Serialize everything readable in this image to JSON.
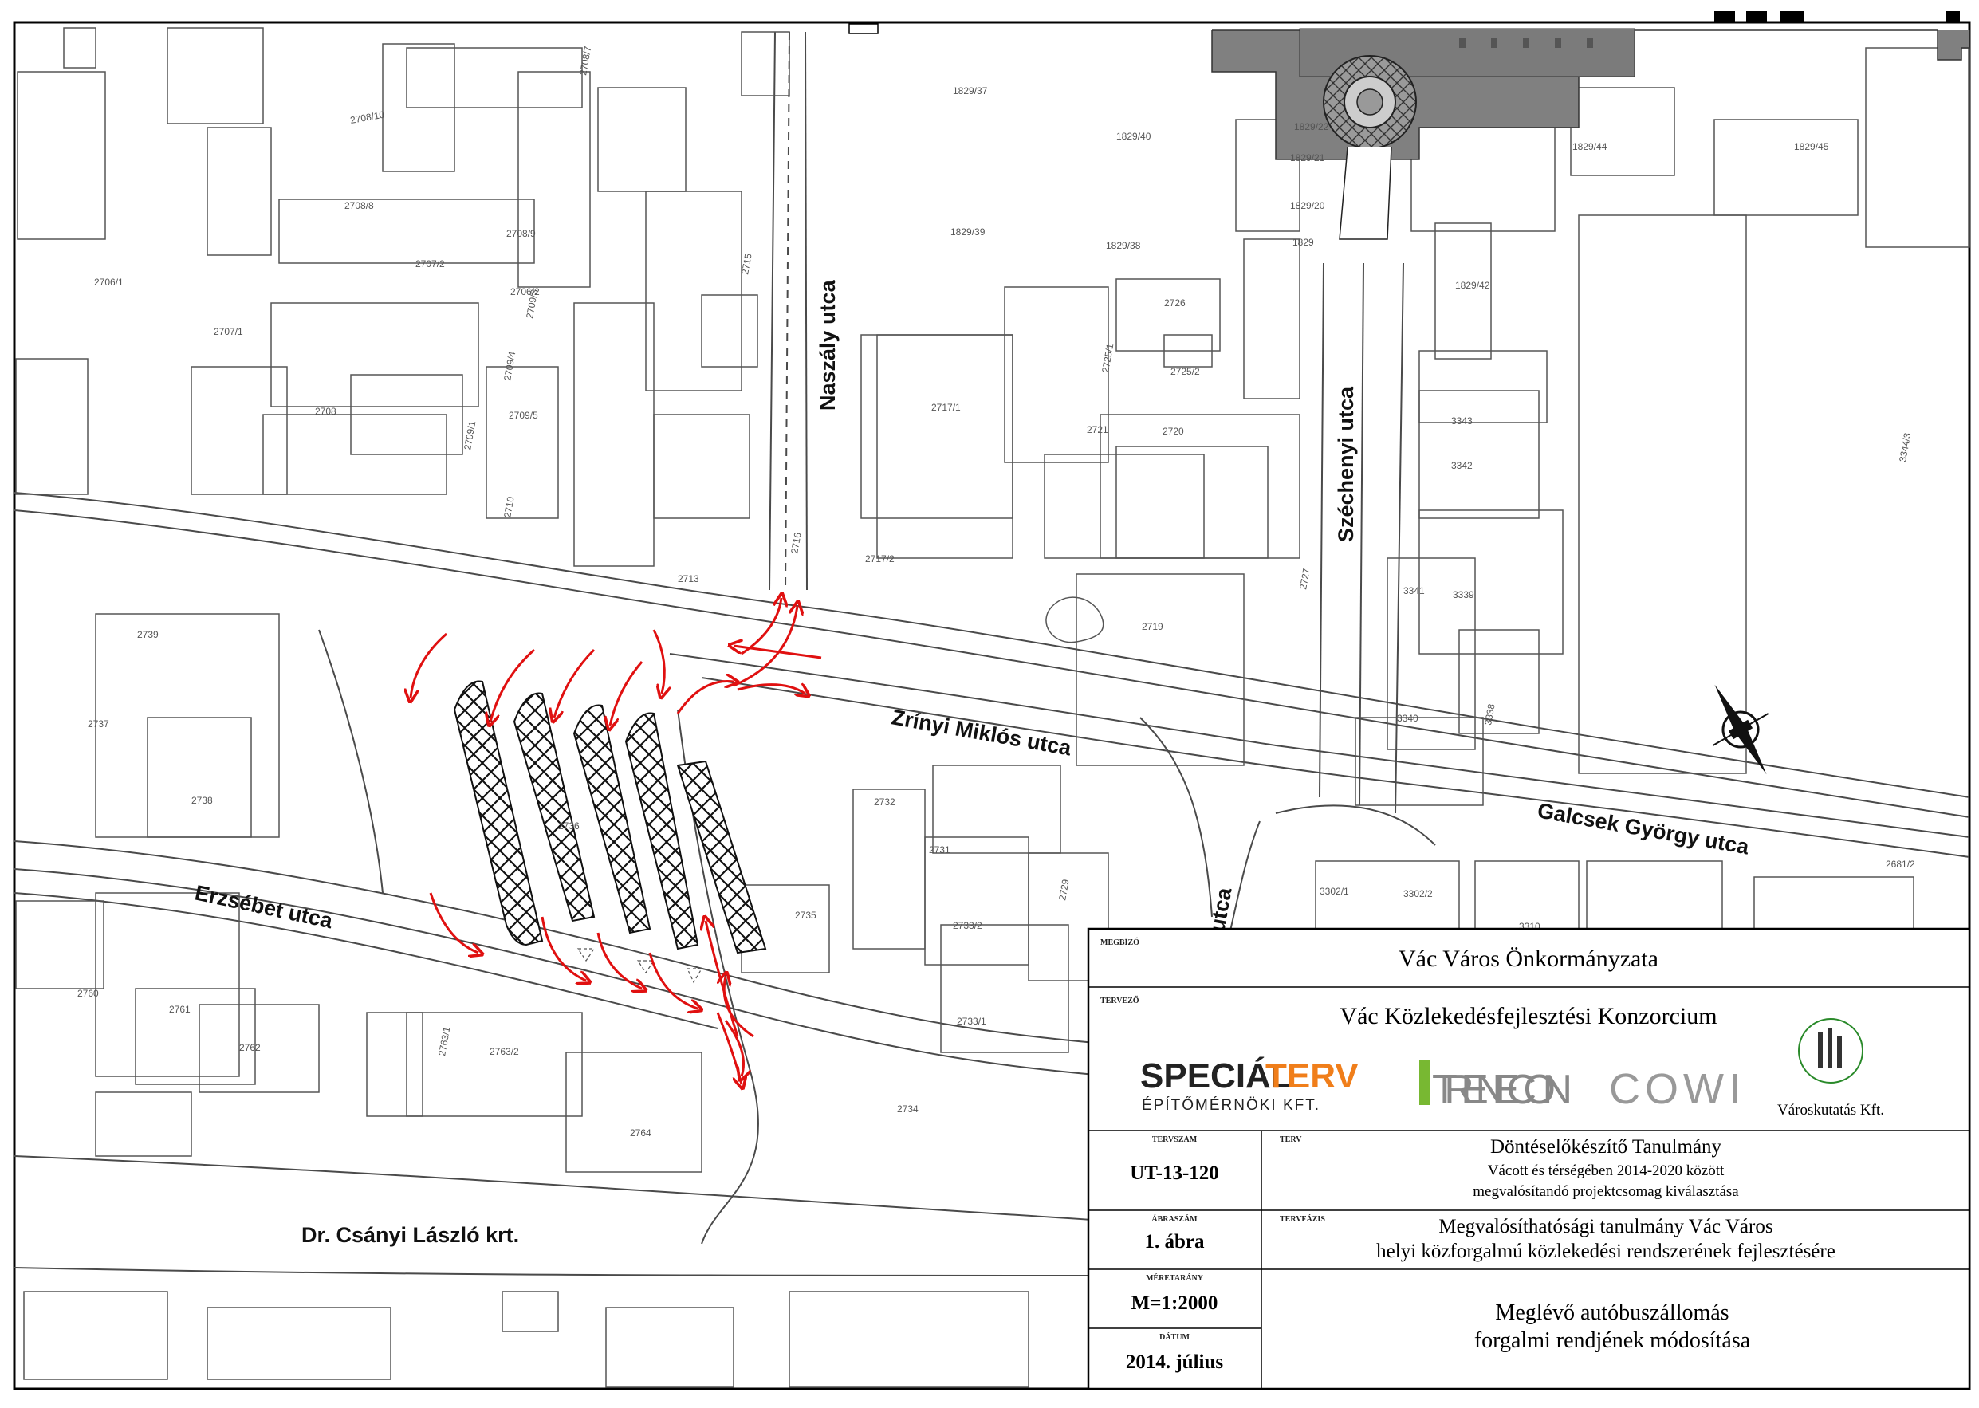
{
  "map": {
    "streets": [
      {
        "id": "naszaly",
        "name": "Naszály utca"
      },
      {
        "id": "szechenyi",
        "name": "Széchenyi utca"
      },
      {
        "id": "zrinyi",
        "name": "Zrínyi Miklós utca"
      },
      {
        "id": "galcsek",
        "name": "Galcsek György utca"
      },
      {
        "id": "erzsebet",
        "name": "Erzsébet utca"
      },
      {
        "id": "csanyi",
        "name": "Dr. Csányi László krt."
      },
      {
        "id": "partial",
        "name": "utca"
      }
    ],
    "parcels": [
      "2708/10",
      "2708/7",
      "2708/8",
      "2708/9",
      "2707/2",
      "2706/2",
      "2707/1",
      "2706/1",
      "2708",
      "2709/3",
      "2709/4",
      "2709/5",
      "2709/1",
      "2710",
      "2715",
      "2716",
      "2713",
      "2717/1",
      "2717/2",
      "1829/37",
      "1829/40",
      "1829/39",
      "1829/38",
      "1829/42",
      "1829/44",
      "1829/45",
      "2726",
      "2725/2",
      "2725/1",
      "2721",
      "2720",
      "2719",
      "2727",
      "3343",
      "3342",
      "3344/3",
      "3341",
      "3339",
      "3340",
      "3338",
      "2739",
      "2737",
      "2738",
      "2736",
      "2732",
      "2731",
      "2733/2",
      "2729",
      "2735",
      "2733/1",
      "2734",
      "2760",
      "2761",
      "2762",
      "2763/1",
      "2763/2",
      "2764",
      "3302/1",
      "3302/2",
      "3310",
      "2681/2",
      "1829/22",
      "1829/21",
      "1829/20",
      "1829"
    ],
    "compass": "north-arrow-icon",
    "colors": {
      "arrow": "#e01010",
      "line": "#4a4a4a",
      "building": "#808080",
      "bay": "#111111"
    }
  },
  "title_block": {
    "client_label": "MEGBÍZÓ",
    "client": "Vác Város Önkormányzata",
    "designer_label": "TERVEZŐ",
    "designer": "Vác Közlekedésfejlesztési Konzorcium",
    "logos": {
      "specialterv_a": "SPECIÁL",
      "specialterv_b": "TERV",
      "specialterv_sub": "ÉPÍTŐMÉRNÖKI KFT.",
      "trenecon": "TRENECON",
      "cowi": "COWI",
      "varoskutatas": "Városkutatás Kft."
    },
    "plan_no_label": "TERVSZÁM",
    "plan_no": "UT-13-120",
    "plan_label": "TERV",
    "plan_title": "Döntéselőkészítő Tanulmány",
    "plan_sub1": "Vácott és térségében 2014-2020 között",
    "plan_sub2": "megvalósítandó projektcsomag kiválasztása",
    "figure_no_label": "ÁBRASZÁM",
    "figure_no": "1. ábra",
    "phase_label": "TERVFÁZIS",
    "phase1": "Megvalósíthatósági tanulmány Vác Város",
    "phase2": "helyi közforgalmú közlekedési rendszerének fejlesztésére",
    "scale_label": "MÉRETARÁNY",
    "scale": "M=1:2000",
    "date_label": "DÁTUM",
    "date": "2014. július",
    "drawing1": "Meglévő autóbuszállomás",
    "drawing2": "forgalmi rendjének módosítása"
  }
}
